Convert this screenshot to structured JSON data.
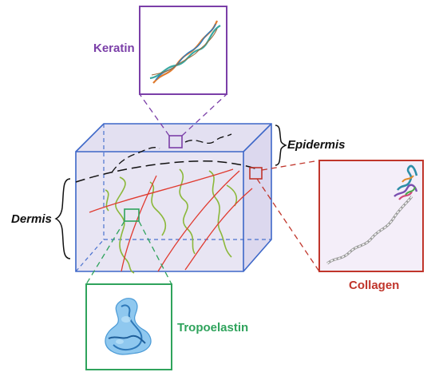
{
  "labels": {
    "keratin": "Keratin",
    "epidermis": "Epidermis",
    "dermis": "Dermis",
    "collagen": "Collagen",
    "tropoelastin": "Tropoelastin"
  },
  "colors": {
    "keratin": "#7b3fa8",
    "collagen": "#c0352b",
    "tropoelastin": "#2fa35c",
    "box_edge": "#3d67c8",
    "box_fill": "#e6e3f2",
    "elastin_fiber": "#8bb83a",
    "collagen_fiber": "#e03a2f",
    "inset_bg": "#f4eef9"
  },
  "icons": {
    "keratin_structure": "keratin-double-helix-icon",
    "collagen_structure": "collagen-triple-helix-icon",
    "tropoelastin_structure": "tropoelastin-surface-icon"
  }
}
